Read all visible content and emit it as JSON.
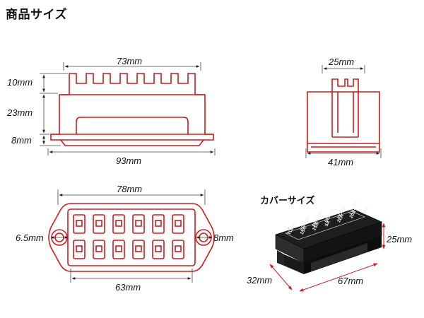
{
  "title": "商品サイズ",
  "cover": {
    "title": "カバーサイズ",
    "labels": [
      {
        "name": "TURN",
        "amp": "15A"
      },
      {
        "name": "WIPER",
        "amp": "15A"
      },
      {
        "name": "METER",
        "amp": "5A"
      },
      {
        "name": "SPARE",
        "amp": "20A"
      },
      {
        "name": "HORN",
        "amp": "20A"
      },
      {
        "name": "LIGHT",
        "amp": "20A"
      }
    ],
    "dims": {
      "width": "67mm",
      "depth": "32mm",
      "height": "25mm"
    }
  },
  "views": {
    "side": {
      "top_width": "73mm",
      "base_width": "93mm",
      "h1": "10mm",
      "h2": "23mm",
      "h3": "8mm"
    },
    "end": {
      "top_width": "25mm",
      "base_width": "41mm"
    },
    "top": {
      "outer_width": "78mm",
      "inner_width": "63mm",
      "hole_left": "6.5mm",
      "hole_right": "8mm"
    }
  }
}
